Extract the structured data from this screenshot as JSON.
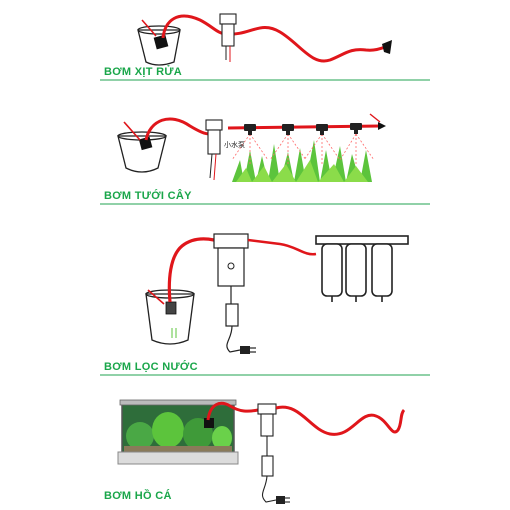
{
  "panels": [
    {
      "label": "BƠM XỊT RỬA"
    },
    {
      "label": "BƠM TƯỚI CÂY",
      "pump_note": "小水泵"
    },
    {
      "label": "BƠM LỌC NƯỚC"
    },
    {
      "label": "BƠM HỒ CÁ"
    }
  ],
  "colors": {
    "label_green": "#1aa64a",
    "hose_red": "#e0161b",
    "divider_green": "#22a352",
    "outline_black": "#222222",
    "spray_red": "#ff6a6a",
    "grass_green": "#5cc43c",
    "water_green": "#3f8e3a"
  }
}
